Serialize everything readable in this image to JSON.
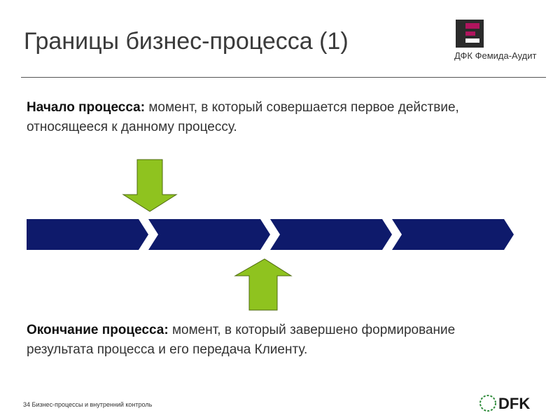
{
  "header": {
    "title": "Границы бизнес-процесса (1)",
    "logo_text": "ДФК Фемида-Аудит"
  },
  "content": {
    "start_label": "Начало процесса:",
    "start_text": " момент, в который совершается первое действие, относящееся к данному процессу.",
    "end_label": "Окончание процесса:",
    "end_text": " момент, в который завершено формирование результата процесса и его передача Клиенту."
  },
  "footer": {
    "page_number": "34",
    "page_caption": "Бизнес-процессы и внутренний контроль",
    "brand": "DFK"
  },
  "colors": {
    "chevron": "#0e1a6b",
    "arrow": "#8fc31f",
    "arrow_border": "#4f6b10",
    "logo_accent": "#b0155e"
  }
}
